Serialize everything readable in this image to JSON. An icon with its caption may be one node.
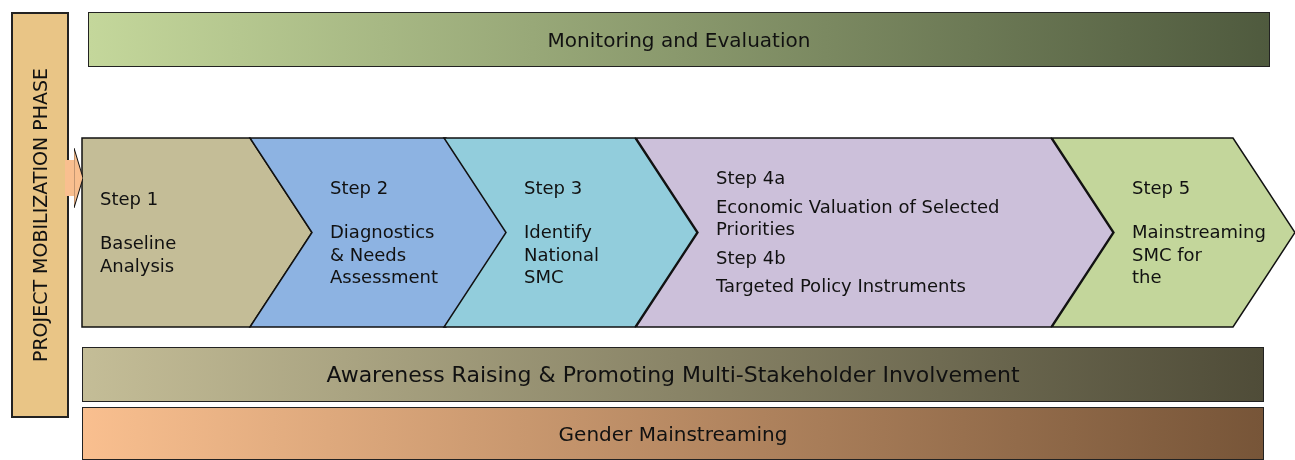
{
  "diagram": {
    "nodes": [
      {
        "text": [
          "PROJECT MOBILIZATION PHASE"
        ]
      },
      {
        "text": [
          "Monitoring and Evaluation"
        ]
      },
      {
        "text": [
          "Step 1",
          "Baseline Analysis"
        ]
      },
      {
        "text": [
          "Step 2",
          "Diagnostics & Needs Assessment"
        ]
      },
      {
        "text": [
          "Step 3",
          "Identify National SMC"
        ]
      },
      {
        "text": [
          "Step 4a",
          "Economic Valuation of Selected Priorities",
          "Step 4b",
          "Targeted Policy Instruments"
        ]
      },
      {
        "text": [
          "Step 5",
          "Mainstreaming SMC for the"
        ]
      },
      {
        "text": [
          "Awareness Raising & Promoting Multi-Stakeholder Involvement"
        ]
      },
      {
        "text": [
          "Gender Mainstreaming"
        ]
      }
    ],
    "edges": [
      {
        "from": 0,
        "to": 2,
        "arrow": "to",
        "color": "#f9bf8f"
      }
    ]
  }
}
